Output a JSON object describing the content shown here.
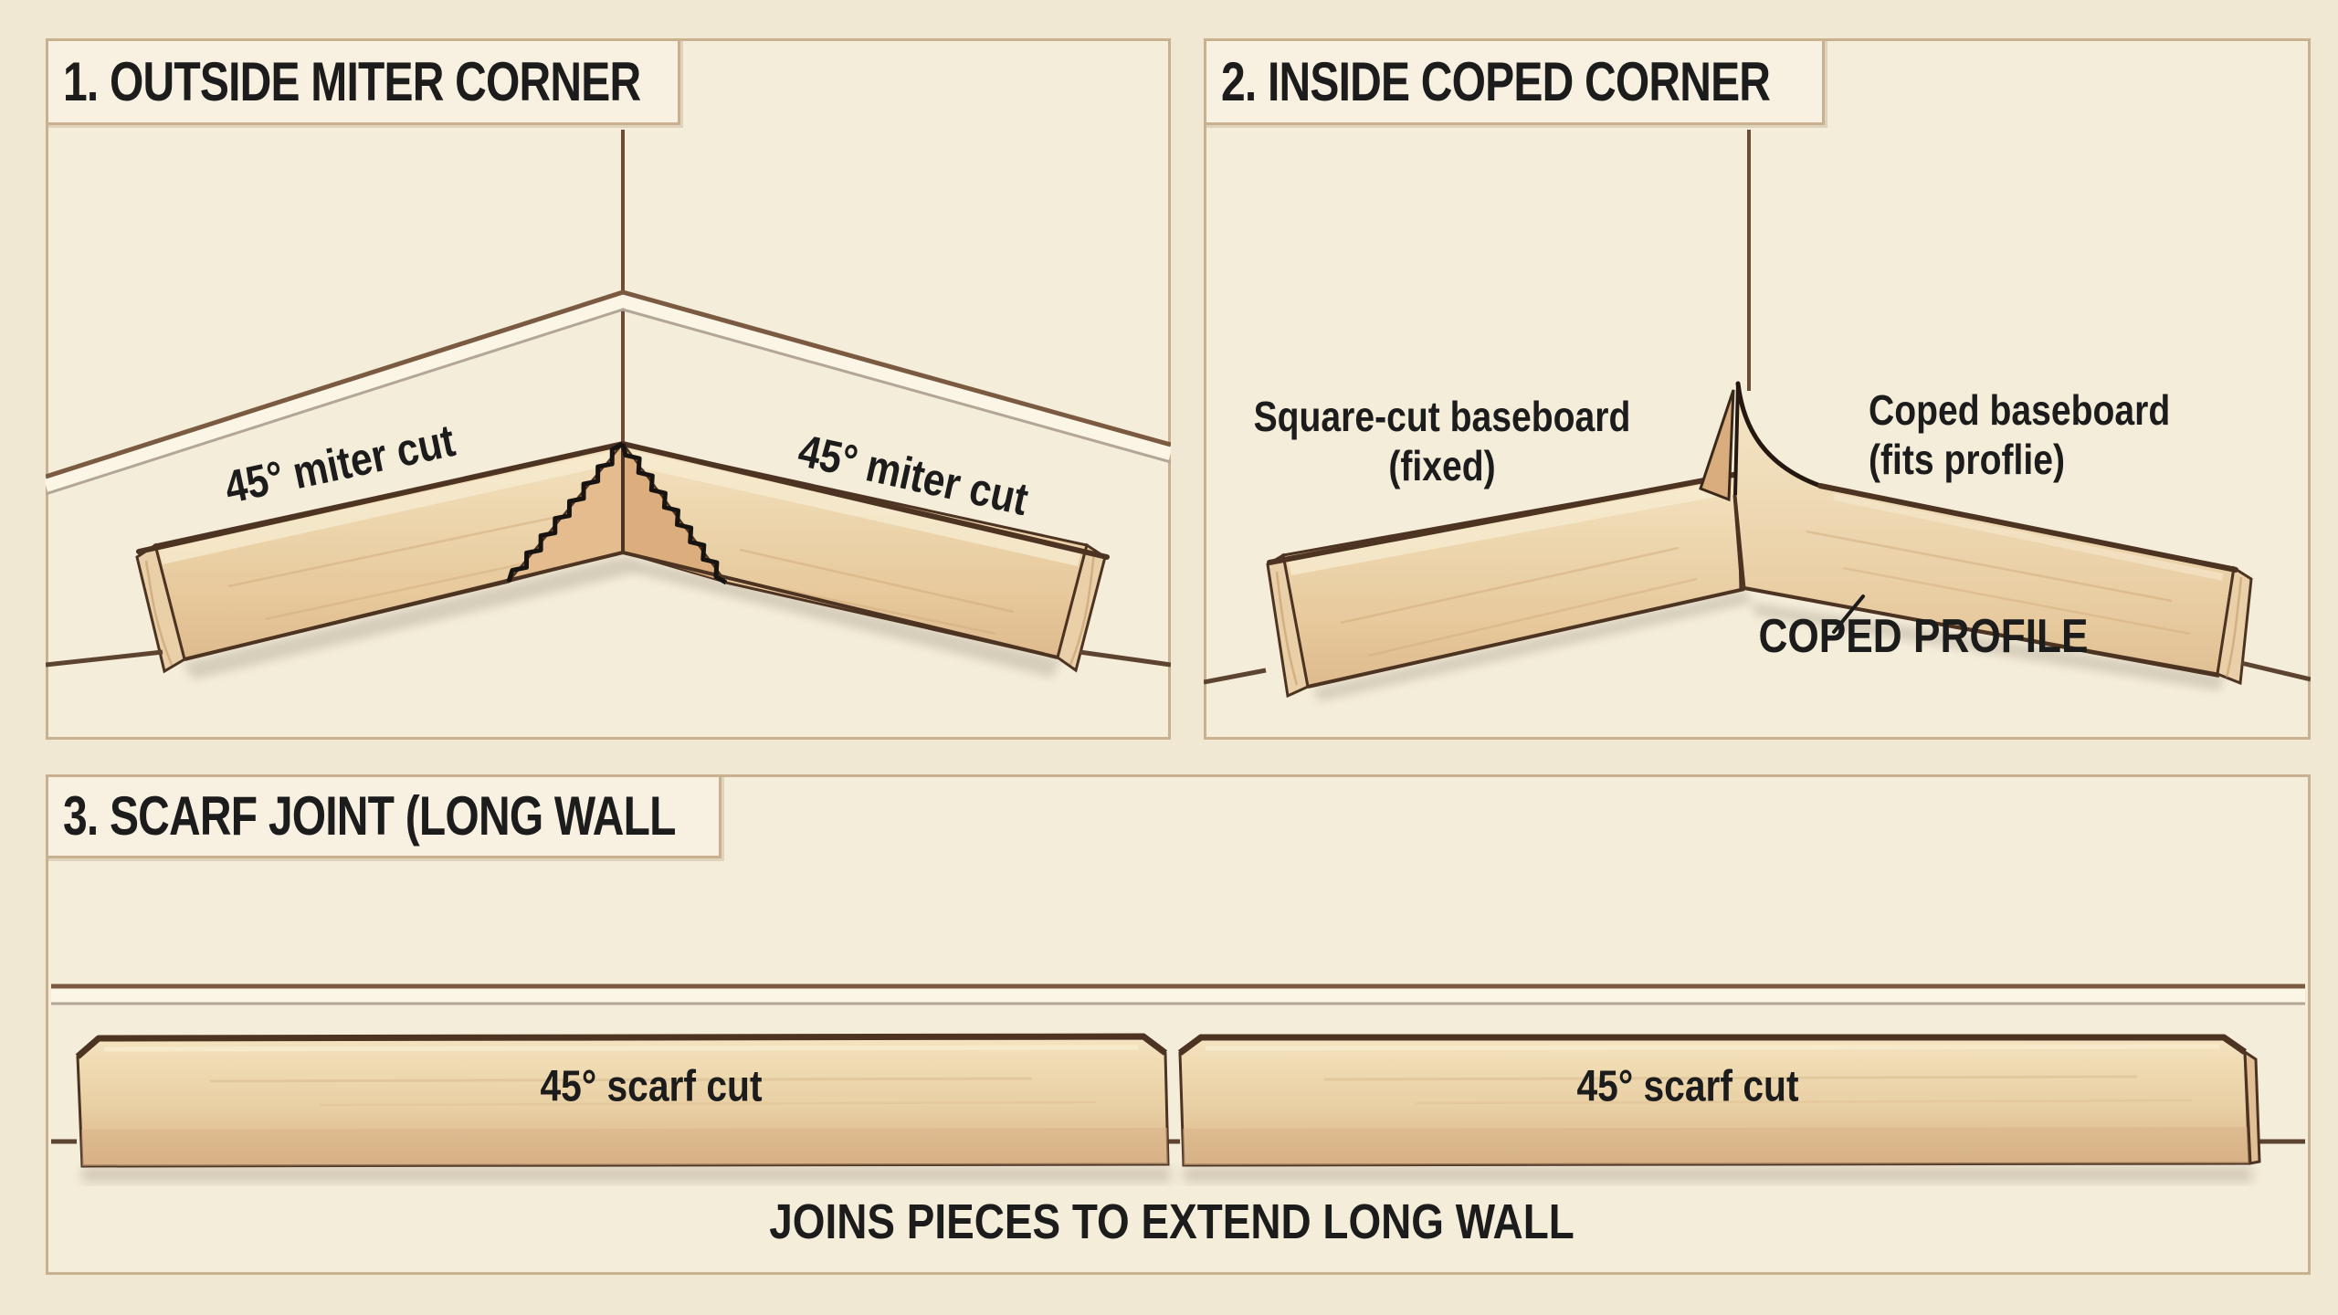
{
  "colors": {
    "background": "#f1e8d4",
    "panel_bg": "#f4edda",
    "panel_border": "#c9b190",
    "title_box_bg": "#f8f1e1",
    "text": "#1c1c1c",
    "wood_light": "#f0dcb6",
    "wood_mid": "#e8cb9e",
    "wood_shadow_band": "#d8b287",
    "miter_cut_face": "#e5bc8e",
    "outline_brown": "#4d3322",
    "wall_line": "#6d4b34",
    "floor_line": "#5d4430",
    "cut_line": "#161310"
  },
  "panel1": {
    "title": "1. OUTSIDE MITER CORNER",
    "label_left": "45° miter cut",
    "label_right": "45° miter cut"
  },
  "panel2": {
    "title": "2. INSIDE COPED CORNER",
    "fixed_label_line1": "Square-cut baseboard",
    "fixed_label_line2": "(fixed)",
    "coped_label_line1": "Coped baseboard",
    "coped_label_line2": "(fits proflie)",
    "profile_label": "COPED PROFILE"
  },
  "panel3": {
    "title": "3. SCARF JOINT (LONG WALL",
    "label_left": "45° scarf cut",
    "label_right": "45° scarf cut",
    "caption": "JOINS PIECES TO EXTEND LONG WALL"
  }
}
